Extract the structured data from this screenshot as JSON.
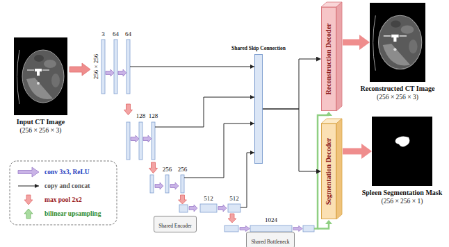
{
  "diagram": {
    "nodes": [
      {
        "text": [
          "Input CT Image",
          "(256 × 256 × 3)"
        ]
      },
      {
        "text": [
          "Shared Skip Connection"
        ]
      },
      {
        "text": [
          "Shared Encoder"
        ]
      },
      {
        "text": [
          "Shared Bottleneck"
        ]
      },
      {
        "text": [
          "Reconstruction Decoder"
        ]
      },
      {
        "text": [
          "Segmentation Decoder"
        ]
      },
      {
        "text": [
          "Reconstructed CT Image",
          "(256 × 256 × 3)"
        ]
      },
      {
        "text": [
          "Spleen Segmentation Mask",
          "(256 × 256 × 1)"
        ]
      }
    ],
    "edges": [
      {
        "from": 1,
        "to": 4,
        "arrow": "to"
      },
      {
        "from": 1,
        "to": 5,
        "arrow": "to"
      },
      {
        "from": 4,
        "to": 6,
        "arrow": "to"
      },
      {
        "from": 5,
        "to": 7,
        "arrow": "to"
      }
    ],
    "labels": [
      "3",
      "64",
      "64",
      "256 × 256",
      "128",
      "128",
      "256",
      "256",
      "512",
      "512",
      "1024"
    ],
    "legend": [
      {
        "text": "conv 3x3, ReLU"
      },
      {
        "text": "copy and concat"
      },
      {
        "text": "max pool 2x2"
      },
      {
        "text": "bilinear upsampling"
      }
    ]
  }
}
